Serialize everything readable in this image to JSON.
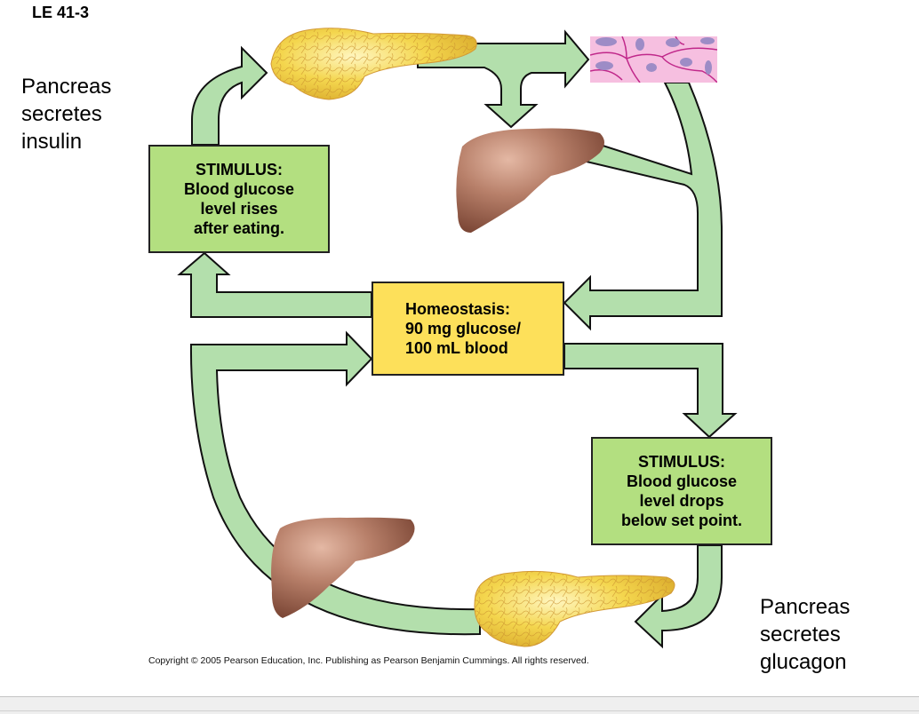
{
  "figure_label": "LE 41-3",
  "side_labels": {
    "insulin": [
      "Pancreas",
      "secretes",
      "insulin"
    ],
    "glucagon": [
      "Pancreas",
      "secretes",
      "glucagon"
    ]
  },
  "boxes": {
    "stimulus_rise": {
      "lines": [
        "STIMULUS:",
        "Blood glucose",
        "level rises",
        "after eating."
      ]
    },
    "homeostasis": {
      "lines": [
        "Homeostasis:",
        "90 mg glucose/",
        "100 mL blood"
      ]
    },
    "stimulus_drop": {
      "lines": [
        "STIMULUS:",
        "Blood glucose",
        "level drops",
        "below set point."
      ]
    }
  },
  "illustrations": {
    "pancreas_top": "pancreas-icon",
    "body_cells": "body-cells-icon",
    "liver_top": "liver-icon",
    "liver_bottom": "liver-icon",
    "pancreas_bottom": "pancreas-icon"
  },
  "colors": {
    "arrow_fill": "#b3dfac",
    "stimulus_box": "#b3df80",
    "homeostasis_box": "#fde05a",
    "outline": "#111111",
    "pancreas": "#f2d250",
    "liver": "#a8705a",
    "cells": "#f4b6dc"
  },
  "copyright": "Copyright ©  2005 Pearson Education, Inc. Publishing as Pearson Benjamin Cummings. All rights reserved."
}
